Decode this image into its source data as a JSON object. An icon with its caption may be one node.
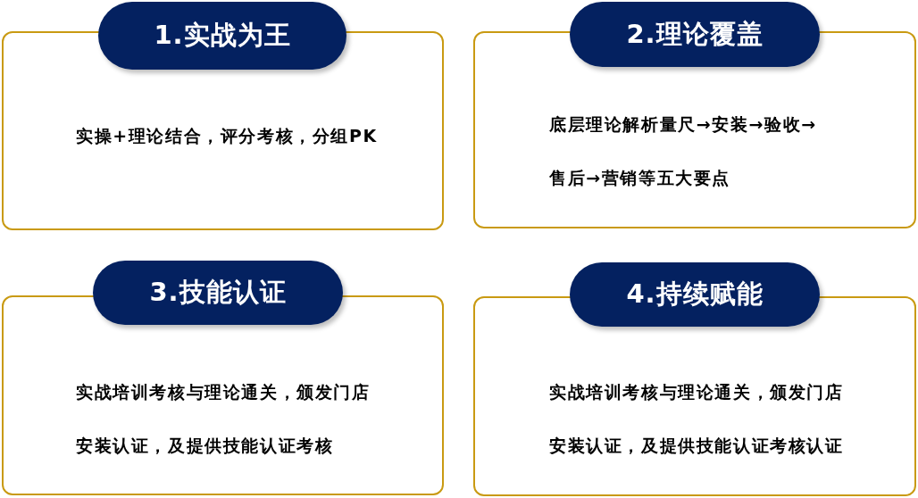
{
  "diagram": {
    "nodes": [
      {
        "text": [
          "1.实战为王",
          "实操+理论结合，评分考核，分组PK"
        ]
      },
      {
        "text": [
          "2.理论覆盖",
          "底层理论解析量尺→安装→验收→售后→营销等五大要点"
        ]
      },
      {
        "text": [
          "3.技能认证",
          "实战培训考核与理论通关，颁发门店安装认证，及提供技能认证考核"
        ]
      },
      {
        "text": [
          "4.持续赋能",
          "实战培训考核与理论通关，颁发门店安装认证，及提供技能认证考核认证"
        ]
      }
    ]
  }
}
